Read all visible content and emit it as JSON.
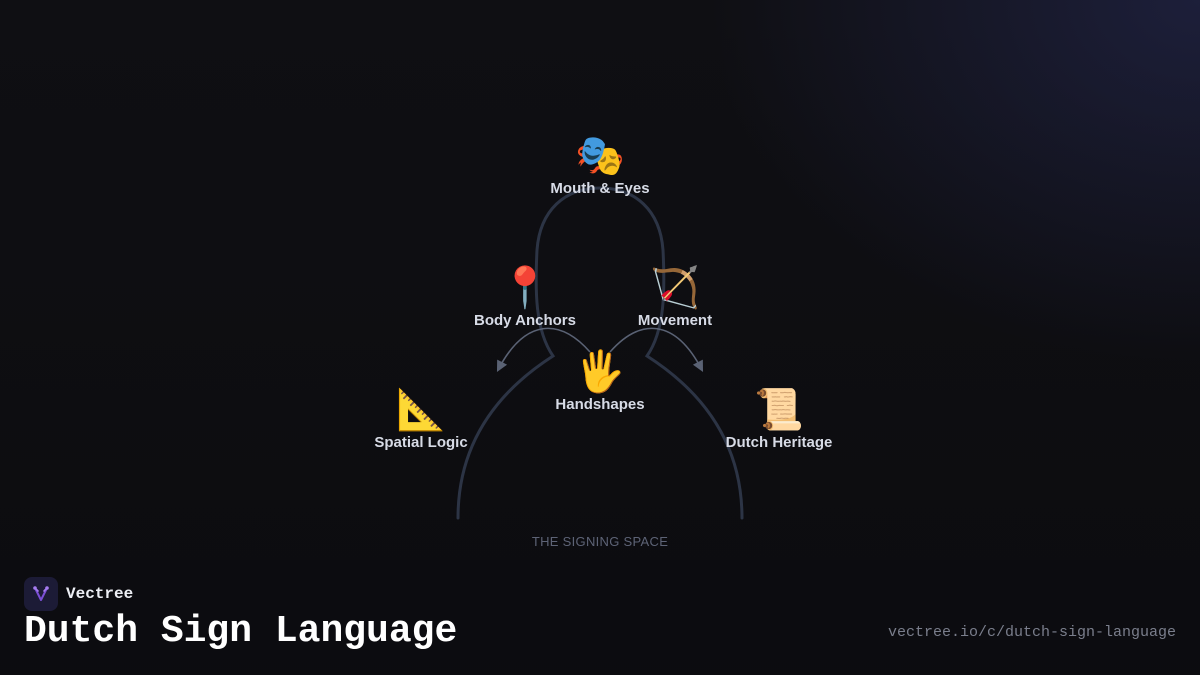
{
  "diagram": {
    "nodes": [
      {
        "id": "mouth",
        "icon": "🎭",
        "icon_name": "performing-arts-icon",
        "label": "Mouth & Eyes"
      },
      {
        "id": "anchors",
        "icon": "📍",
        "icon_name": "round-pushpin-icon",
        "label": "Body Anchors"
      },
      {
        "id": "movement",
        "icon": "🏹",
        "icon_name": "bow-and-arrow-icon",
        "label": "Movement"
      },
      {
        "id": "handshapes",
        "icon": "🖐️",
        "icon_name": "raised-hand-icon",
        "label": "Handshapes"
      },
      {
        "id": "spatial",
        "icon": "📐",
        "icon_name": "triangular-ruler-icon",
        "label": "Spatial Logic"
      },
      {
        "id": "heritage",
        "icon": "📜",
        "icon_name": "scroll-icon",
        "label": "Dutch Heritage"
      }
    ],
    "space_label": "THE SIGNING SPACE",
    "colors": {
      "silhouette": "#2c3445",
      "arrow": "#5a6274",
      "label": "#d7dbe6"
    }
  },
  "brand": {
    "name": "Vectree",
    "logo_icon": "vectree-logo-icon",
    "accent": "#7b4fd6"
  },
  "title": "Dutch Sign Language",
  "url": "vectree.io/c/dutch-sign-language"
}
